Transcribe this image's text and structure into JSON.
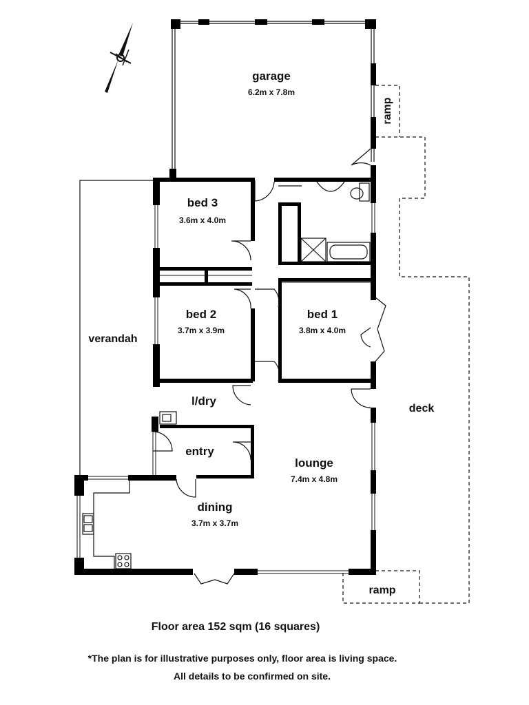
{
  "rooms": {
    "garage": {
      "name": "garage",
      "dims": "6.2m x 7.8m"
    },
    "bed3": {
      "name": "bed 3",
      "dims": "3.6m x 4.0m"
    },
    "bed2": {
      "name": "bed 2",
      "dims": "3.7m x 3.9m"
    },
    "bed1": {
      "name": "bed 1",
      "dims": "3.8m x 4.0m"
    },
    "laundry": {
      "name": "l/dry"
    },
    "entry": {
      "name": "entry"
    },
    "lounge": {
      "name": "lounge",
      "dims": "7.4m x 4.8m"
    },
    "dining": {
      "name": "dining",
      "dims": "3.7m x 3.7m"
    },
    "verandah": {
      "name": "verandah"
    },
    "deck": {
      "name": "deck"
    },
    "ramp_top": {
      "name": "ramp"
    },
    "ramp_bottom": {
      "name": "ramp"
    }
  },
  "footer": {
    "floor_area": "Floor area 152 sqm (16 squares)",
    "disclaimer_line1": "*The plan is for illustrative purposes only, floor area is living space.",
    "disclaimer_line2": "All details to be confirmed on site."
  },
  "colors": {
    "wall": "#000000",
    "line": "#111111",
    "background": "#ffffff"
  }
}
